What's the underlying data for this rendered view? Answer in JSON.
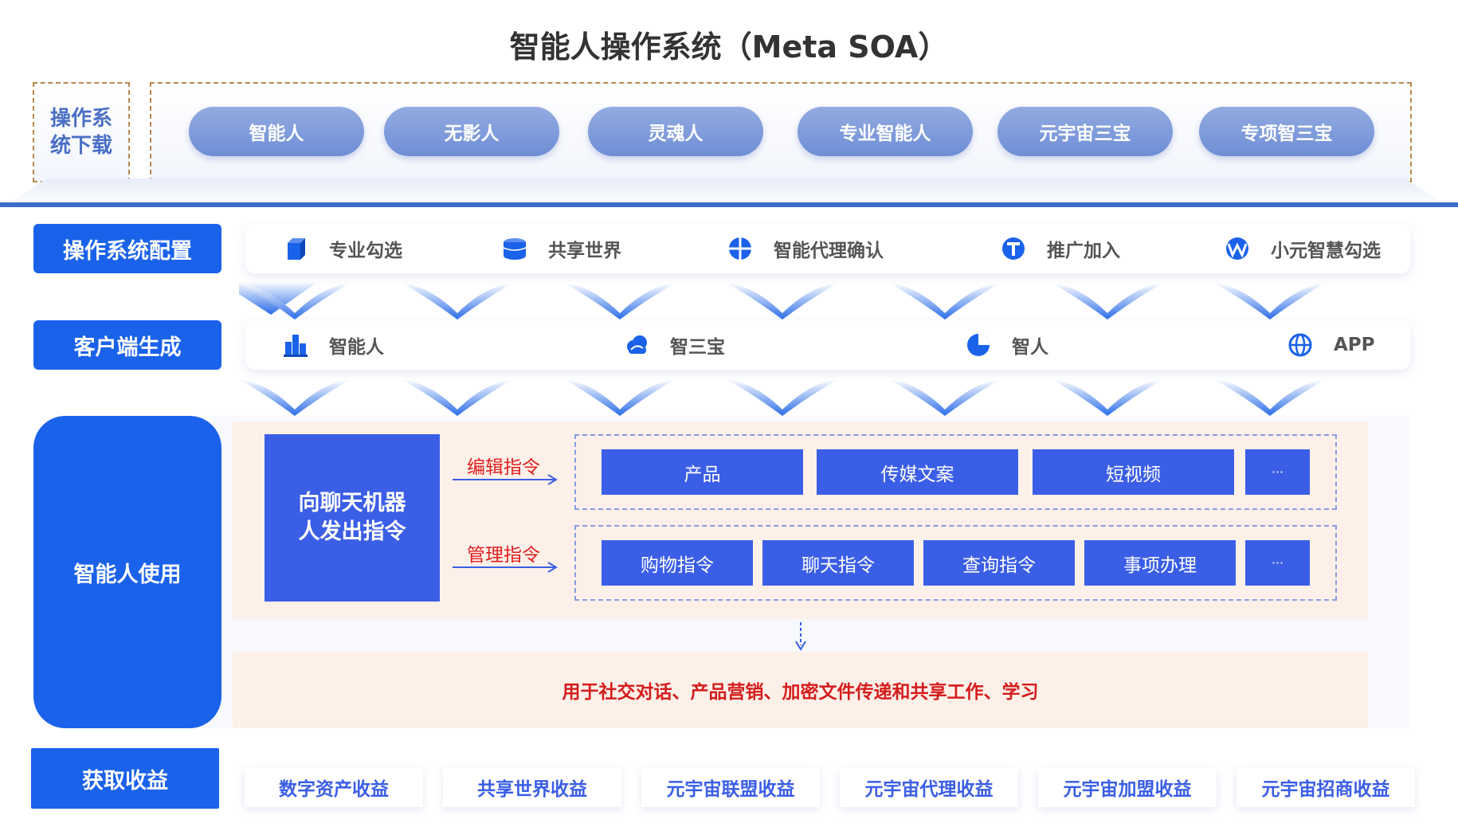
{
  "title": "智能人操作系统（Meta SOA）",
  "download": {
    "label": "操作系统下载",
    "items": [
      "智能人",
      "无影人",
      "灵魂人",
      "专业智能人",
      "元宇宙三宝",
      "专项智三宝"
    ]
  },
  "config": {
    "label": "操作系统配置",
    "items": [
      {
        "icon": "cube-icon",
        "label": "专业勾选"
      },
      {
        "icon": "database-icon",
        "label": "共享世界"
      },
      {
        "icon": "globe-grid-icon",
        "label": "智能代理确认"
      },
      {
        "icon": "t-circle-icon",
        "label": "推广加入"
      },
      {
        "icon": "wave-icon",
        "label": "小元智慧勾选"
      }
    ]
  },
  "client": {
    "label": "客户端生成",
    "items": [
      {
        "icon": "building-icon",
        "label": "智能人"
      },
      {
        "icon": "cloud-icon",
        "label": "智三宝"
      },
      {
        "icon": "pie-icon",
        "label": "智人"
      },
      {
        "icon": "globe-icon",
        "label": "APP"
      }
    ]
  },
  "usage": {
    "label": "智能人使用",
    "send_label": "向聊天机器人发出指令",
    "edit_label": "编辑指令",
    "manage_label": "管理指令",
    "edit_items": [
      "产品",
      "传媒文案",
      "短视频",
      "···"
    ],
    "manage_items": [
      "购物指令",
      "聊天指令",
      "查询指令",
      "事项办理",
      "···"
    ],
    "purpose": "用于社交对话、产品营销、加密文件传递和共享工作、学习"
  },
  "income": {
    "label": "获取收益",
    "items": [
      "数字资产收益",
      "共享世界收益",
      "元宇宙联盟收益",
      "元宇宙代理收益",
      "元宇宙加盟收益",
      "元宇宙招商收益"
    ]
  },
  "colors": {
    "primary": "#1a62ea",
    "accent_red": "#e02020",
    "pill": "#7f9bdb"
  }
}
